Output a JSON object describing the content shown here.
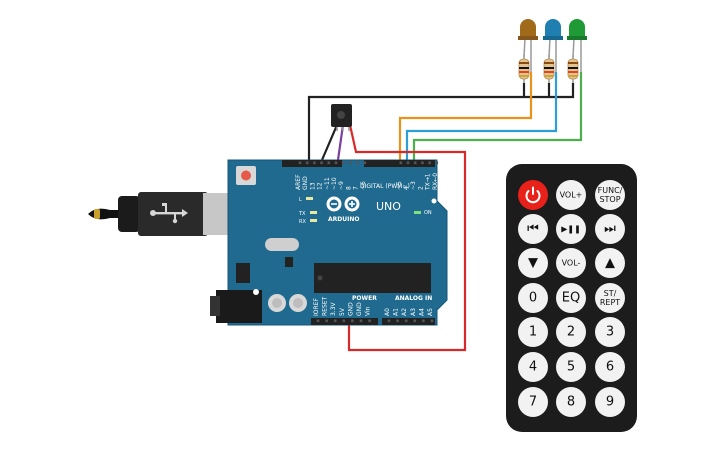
{
  "board": {
    "brand": "ARDUINO",
    "model": "UNO",
    "digital_header": "DIGITAL (PWM~)",
    "power_header": "POWER",
    "analog_header": "ANALOG IN",
    "on_label": "ON",
    "tx_label": "TX",
    "rx_label": "RX",
    "l_label": "L",
    "digital_pins": [
      "AREF",
      "GND",
      "13",
      "12",
      "~11",
      "~10",
      "~9",
      "8",
      "7",
      "~6",
      "~5",
      "4",
      "~3",
      "2",
      "TX→1",
      "RX←0"
    ],
    "power_pins": [
      "IOREF",
      "RESET",
      "3.3V",
      "5V",
      "GND",
      "GND",
      "Vin"
    ],
    "analog_pins": [
      "A0",
      "A1",
      "A2",
      "A3",
      "A4",
      "A5"
    ]
  },
  "leds": [
    {
      "name": "led-orange",
      "color": "#a06a1a"
    },
    {
      "name": "led-blue",
      "color": "#1e7fb0"
    },
    {
      "name": "led-green",
      "color": "#1f9a35"
    }
  ],
  "wire_colors": {
    "gnd": "#222222",
    "signal_orange": "#e8941c",
    "signal_blue": "#2d9fd6",
    "signal_green": "#4cb04c",
    "power": "#d62a2a",
    "purple": "#7b3fa0"
  },
  "remote": {
    "rows": [
      [
        {
          "id": "power",
          "label": ""
        },
        {
          "id": "vol-up",
          "label": "VOL+"
        },
        {
          "id": "func-stop",
          "label": "FUNC/\nSTOP"
        }
      ],
      [
        {
          "id": "prev",
          "label": "⏮"
        },
        {
          "id": "play-pause",
          "label": "▶❚❚"
        },
        {
          "id": "next",
          "label": "⏭"
        }
      ],
      [
        {
          "id": "down",
          "label": "▼"
        },
        {
          "id": "vol-down",
          "label": "VOL-"
        },
        {
          "id": "up",
          "label": "▲"
        }
      ],
      [
        {
          "id": "zero",
          "label": "0"
        },
        {
          "id": "eq",
          "label": "EQ"
        },
        {
          "id": "st-rept",
          "label": "ST/\nREPT"
        }
      ],
      [
        {
          "id": "one",
          "label": "1"
        },
        {
          "id": "two",
          "label": "2"
        },
        {
          "id": "three",
          "label": "3"
        }
      ],
      [
        {
          "id": "four",
          "label": "4"
        },
        {
          "id": "five",
          "label": "5"
        },
        {
          "id": "six",
          "label": "6"
        }
      ],
      [
        {
          "id": "seven",
          "label": "7"
        },
        {
          "id": "eight",
          "label": "8"
        },
        {
          "id": "nine",
          "label": "9"
        }
      ]
    ]
  }
}
